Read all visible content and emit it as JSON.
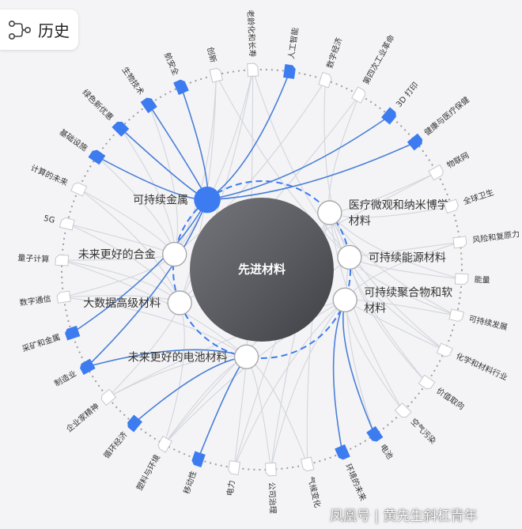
{
  "header": {
    "history_label": "历史",
    "history_icon": "flow-nodes-icon"
  },
  "colors": {
    "accent": "#3d7cf0",
    "link_highlight": "#4a7fd8",
    "link_muted": "#d2d5dc",
    "ring_dots": "#9c9ca3",
    "center_fill": "#5b5c60",
    "background": "#f4f4f6"
  },
  "center": {
    "label": "先进材料"
  },
  "themes": [
    {
      "label": "可持续金属",
      "filled": true,
      "label_side": "left"
    },
    {
      "label": "医疗微观和纳米博学材料",
      "filled": false,
      "label_side": "right"
    },
    {
      "label": "可持续能源材料",
      "filled": false,
      "label_side": "right"
    },
    {
      "label": "可持续聚合物和软材料",
      "filled": false,
      "label_side": "right"
    },
    {
      "label": "未来更好的电池材料",
      "filled": false,
      "label_side": "left"
    },
    {
      "label": "大数据高级材料",
      "filled": false,
      "label_side": "left"
    },
    {
      "label": "未来更好的合金",
      "filled": false,
      "label_side": "left"
    }
  ],
  "outer_topics": [
    {
      "label": "人工智能",
      "highlighted": true
    },
    {
      "label": "数字经济",
      "highlighted": false
    },
    {
      "label": "第四次工业革命",
      "highlighted": false
    },
    {
      "label": "3D 打印",
      "highlighted": true
    },
    {
      "label": "健康与医疗保健",
      "highlighted": true
    },
    {
      "label": "物联网",
      "highlighted": false
    },
    {
      "label": "全球卫生",
      "highlighted": false
    },
    {
      "label": "风险和复原力",
      "highlighted": false
    },
    {
      "label": "能量",
      "highlighted": false
    },
    {
      "label": "可持续发展",
      "highlighted": false
    },
    {
      "label": "化学和材料行业",
      "highlighted": false
    },
    {
      "label": "价值取向",
      "highlighted": false
    },
    {
      "label": "空气污染",
      "highlighted": false
    },
    {
      "label": "电池",
      "highlighted": true
    },
    {
      "label": "环境的未来",
      "highlighted": true
    },
    {
      "label": "气候变化",
      "highlighted": false
    },
    {
      "label": "公司治理",
      "highlighted": false
    },
    {
      "label": "电力",
      "highlighted": false
    },
    {
      "label": "移动性",
      "highlighted": true
    },
    {
      "label": "塑料与环境",
      "highlighted": false
    },
    {
      "label": "循环经济",
      "highlighted": true
    },
    {
      "label": "企业家精神",
      "highlighted": false
    },
    {
      "label": "制造业",
      "highlighted": true
    },
    {
      "label": "采矿和金属",
      "highlighted": true
    },
    {
      "label": "数字通信",
      "highlighted": false
    },
    {
      "label": "量子计算",
      "highlighted": false
    },
    {
      "label": "5G",
      "highlighted": false
    },
    {
      "label": "计算的未来",
      "highlighted": false
    },
    {
      "label": "基础设施",
      "highlighted": true
    },
    {
      "label": "绿色新优惠",
      "highlighted": true
    },
    {
      "label": "生物技术",
      "highlighted": true
    },
    {
      "label": "航安全",
      "highlighted": true
    },
    {
      "label": "创新",
      "highlighted": false
    },
    {
      "label": "老龄化和长寿",
      "highlighted": false
    }
  ],
  "links": [
    [
      0,
      0
    ],
    [
      0,
      3
    ],
    [
      0,
      4
    ],
    [
      0,
      22
    ],
    [
      0,
      23
    ],
    [
      0,
      28
    ],
    [
      0,
      29
    ],
    [
      0,
      30
    ],
    [
      0,
      31
    ],
    [
      3,
      13
    ],
    [
      3,
      14
    ],
    [
      4,
      18
    ],
    [
      4,
      20
    ],
    [
      1,
      2
    ],
    [
      1,
      5
    ],
    [
      1,
      6
    ],
    [
      1,
      8
    ],
    [
      1,
      9
    ],
    [
      1,
      10
    ],
    [
      1,
      11
    ],
    [
      1,
      12
    ],
    [
      1,
      15
    ],
    [
      1,
      16
    ],
    [
      1,
      17
    ],
    [
      2,
      1
    ],
    [
      2,
      7
    ],
    [
      2,
      8
    ],
    [
      2,
      9
    ],
    [
      2,
      10
    ],
    [
      2,
      11
    ],
    [
      2,
      13
    ],
    [
      2,
      19
    ],
    [
      2,
      32
    ],
    [
      2,
      33
    ],
    [
      3,
      7
    ],
    [
      3,
      9
    ],
    [
      3,
      10
    ],
    [
      3,
      12
    ],
    [
      3,
      16
    ],
    [
      3,
      17
    ],
    [
      3,
      19
    ],
    [
      3,
      21
    ],
    [
      4,
      15
    ],
    [
      4,
      16
    ],
    [
      4,
      17
    ],
    [
      4,
      19
    ],
    [
      4,
      21
    ],
    [
      4,
      22
    ],
    [
      4,
      24
    ],
    [
      4,
      25
    ],
    [
      4,
      33
    ],
    [
      5,
      19
    ],
    [
      5,
      21
    ],
    [
      5,
      24
    ],
    [
      5,
      25
    ],
    [
      5,
      26
    ],
    [
      5,
      27
    ],
    [
      5,
      32
    ],
    [
      5,
      33
    ],
    [
      5,
      2
    ],
    [
      5,
      5
    ],
    [
      6,
      24
    ],
    [
      6,
      25
    ],
    [
      6,
      26
    ],
    [
      6,
      27
    ],
    [
      6,
      28
    ],
    [
      6,
      29
    ],
    [
      6,
      30
    ],
    [
      6,
      32
    ],
    [
      6,
      33
    ],
    [
      6,
      1
    ]
  ],
  "watermark": "凤凰号 | 黄先生斜杠青年"
}
